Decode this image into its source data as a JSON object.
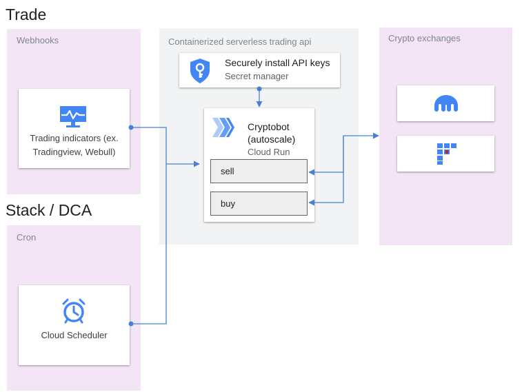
{
  "sections": {
    "trade": "Trade",
    "stack": "Stack / DCA"
  },
  "groups": {
    "webhooks": "Webhooks",
    "container": "Containerized serverless trading api",
    "exchanges": "Crypto exchanges",
    "cron": "Cron"
  },
  "nodes": {
    "trading_indicators": {
      "line1": "Trading indicators (ex.",
      "line2": "Tradingview, Webull)",
      "icon": "monitor-chart-icon"
    },
    "secret_manager": {
      "title": "Securely install API keys",
      "subtitle": "Secret manager",
      "icon": "key-shield-icon"
    },
    "cryptobot": {
      "line1": "Cryptobot",
      "line2": "(autoscale)",
      "subtitle": "Cloud Run",
      "icon": "cloud-run-icon"
    },
    "sell": {
      "label": "sell"
    },
    "buy": {
      "label": "buy"
    },
    "cloud_scheduler": {
      "label": "Cloud Scheduler",
      "icon": "alarm-clock-icon"
    },
    "exchange_kraken": {
      "icon": "kraken-logo-icon"
    },
    "exchange_ftx": {
      "icon": "ftx-logo-icon"
    }
  },
  "colors": {
    "group_purple": "#f3e5f5",
    "group_gray": "#f1f3f4",
    "connector": "#4a7fd4",
    "icon_blue": "#4285f4"
  }
}
